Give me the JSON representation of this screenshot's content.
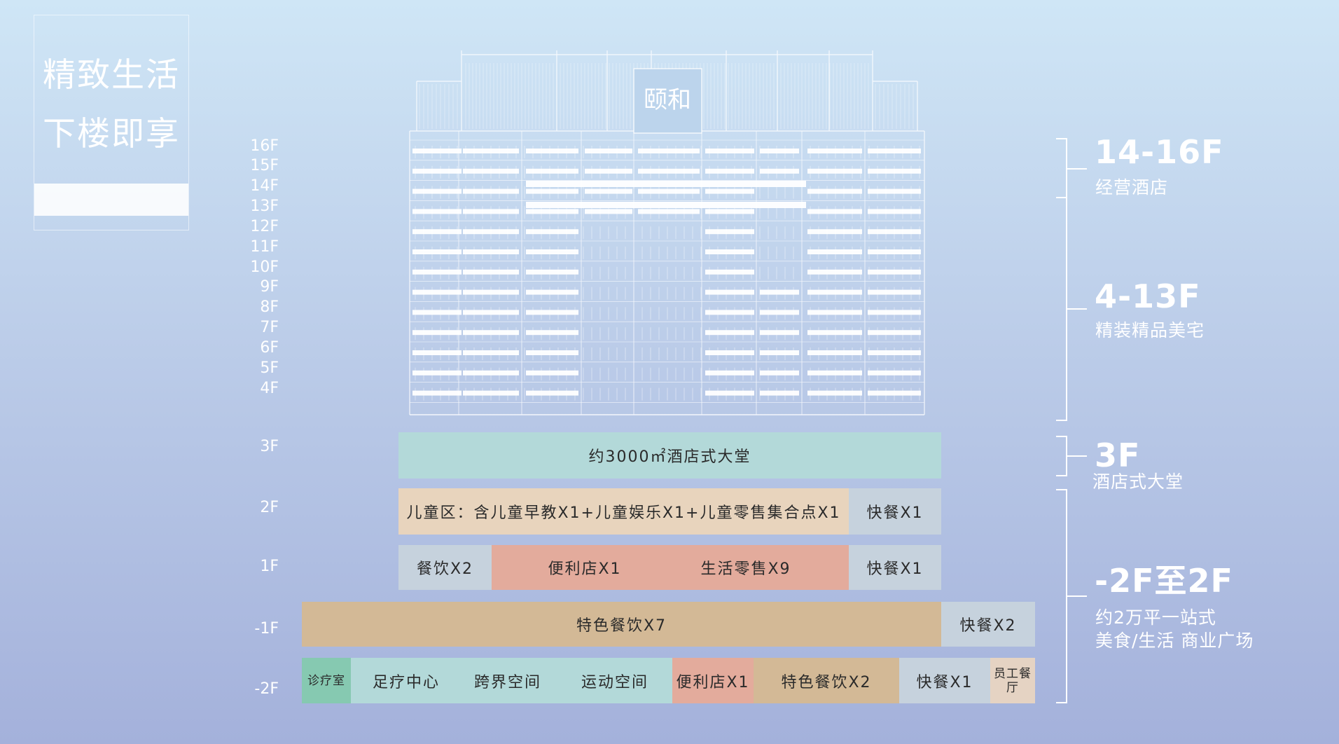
{
  "title_card": {
    "line1": "精致生活",
    "line2": "下楼即享"
  },
  "building": {
    "sign": "颐和"
  },
  "floor_labels": [
    "16F",
    "15F",
    "14F",
    "13F",
    "12F",
    "11F",
    "10F",
    "9F",
    "8F",
    "7F",
    "6F",
    "5F",
    "4F",
    "3F",
    "2F",
    "1F",
    "-1F",
    "-2F"
  ],
  "floors": {
    "f3": {
      "lobby": "约3000㎡酒店式大堂"
    },
    "f2": {
      "kids": "儿童区：含儿童早教X1+儿童娱乐X1+儿童零售集合点X1",
      "fastfood": "快餐X1"
    },
    "f1": {
      "dining": "餐饮X2",
      "convenience": "便利店X1",
      "retail": "生活零售X9",
      "fastfood": "快餐X1"
    },
    "b1": {
      "dining": "特色餐饮X7",
      "fastfood": "快餐X2"
    },
    "b2": {
      "clinic": "诊疗室",
      "foot": "足疗中心",
      "crossover": "跨界空间",
      "sports": "运动空间",
      "convenience": "便利店X1",
      "dining": "特色餐饮X2",
      "fastfood": "快餐X1",
      "staff": "员工餐厅"
    }
  },
  "zones": [
    {
      "head": "14-16F",
      "sub": [
        "经营酒店"
      ]
    },
    {
      "head": "4-13F",
      "sub": [
        "精装精品美宅"
      ]
    },
    {
      "head": "3F",
      "sub": [
        "酒店式大堂"
      ]
    },
    {
      "head": "-2F至2F",
      "sub": [
        "约2万平一站式",
        "美食/生活 商业广场"
      ]
    }
  ],
  "colors": {
    "teal": "#b3d9d9",
    "peach": "#e8d4bd",
    "grey": "#c6d2dd",
    "salmon": "#e3ab9c",
    "tan": "#d3b996",
    "green": "#86c9b1",
    "beige": "#e5d3c3"
  }
}
